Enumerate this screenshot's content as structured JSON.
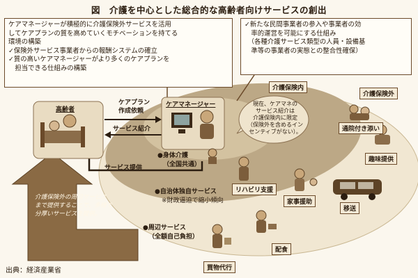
{
  "title": "図　介護を中心とした総合的な高齢者向けサービスの創出",
  "source": "出典：経済産業省",
  "top_left_box": {
    "lines": [
      "ケアマネージャーが積極的に介護保険外サービスを活用",
      "してケアプランの質を高めていくモチベーションを持てる",
      "環境の構築",
      "✓保険外サービス事業者からの報酬システムの確立",
      "✓質の高いケアマネージャーがより多くのケアプランを",
      "　担当できる仕組みの構築"
    ]
  },
  "top_right_box": {
    "lines": [
      "✓新たな民間事業者の参入や事業者の効",
      "　率的運営を可能にする仕組み",
      "　（各種介護サービス類型の人員・設備基",
      "　準等の事業者の実態との整合性確保）"
    ]
  },
  "nodes": {
    "elderly": "高齢者",
    "care_manager": "ケアマネージャー"
  },
  "flows": {
    "care_plan_request": [
      "ケアプラン",
      "作成依頼"
    ],
    "service_introduction": "サービス紹介",
    "service_provision": "サービス提供"
  },
  "regions": {
    "insurance_inside": "介護保険内",
    "insurance_outside": "介護保険外"
  },
  "speech_bubble": [
    "現在、ケアマネの",
    "サービス紹介は",
    "介護保険内に限定",
    "（保険外を含めるイン",
    "センティブがない）。"
  ],
  "service_tiers": [
    {
      "label": "●身体介護",
      "sub": "（全国共通）"
    },
    {
      "label": "●自治体独自サービス",
      "sub": "※財政逼迫で縮小傾向"
    },
    {
      "label": "●周辺サービス",
      "sub": "（全額自己負担）"
    }
  ],
  "services": {
    "rehabilitation": "リハビリ支援",
    "housework": "家事援助",
    "hospital_escort": "通院付き添い",
    "hobby": "趣味提供",
    "transport": "移送",
    "meal_delivery": "配食",
    "shopping": "買物代行"
  },
  "arrow_note": [
    "介護保険外の周辺サービス",
    "まで提供することで、多様で",
    "分厚いサービスを提供。"
  ],
  "colors": {
    "background": "#fbf7ee",
    "box_border": "#6b4a2a",
    "ellipse_dark": "#b7a380",
    "ellipse_light": "#efe4cd",
    "big_arrow": "#8a6a44",
    "text": "#2b1d10"
  }
}
